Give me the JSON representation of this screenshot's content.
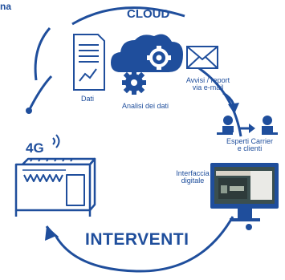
{
  "top_left_fragment": "na",
  "cloud_title": "CLOUD",
  "dati_label": "Dati",
  "analisi_label": "Analisi dei dati",
  "avvisi_label_line1": "Avvisi / report",
  "avvisi_label_line2": "via e-mail",
  "esperti_label_line1": "Esperti Carrier",
  "esperti_label_line2": "e clienti",
  "interfaccia_label_line1": "Interfaccia",
  "interfaccia_label_line2": "digitale",
  "network_label": "4G",
  "interventi_label": "INTERVENTI",
  "colors": {
    "navy": "#1f4e9c",
    "white": "#ffffff"
  }
}
